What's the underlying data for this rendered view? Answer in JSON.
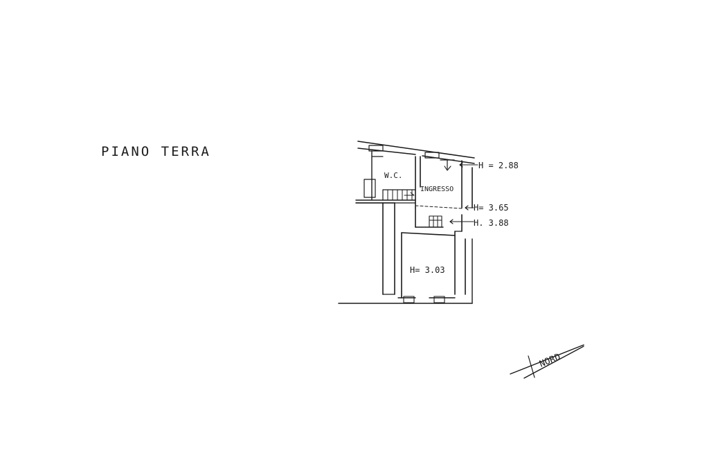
{
  "floor": {
    "title": "PIANO TERRA"
  },
  "rooms": {
    "wc": "W.C.",
    "ingresso": "INGRESSO",
    "main_room_height": "H= 3.03"
  },
  "heights": {
    "h1": "H = 2.88",
    "h2": "H= 3.65",
    "h3": "H. 3.88"
  },
  "compass": {
    "label": "NORD"
  },
  "colors": {
    "ink": "#1a1a1a",
    "paper": "#ffffff"
  }
}
